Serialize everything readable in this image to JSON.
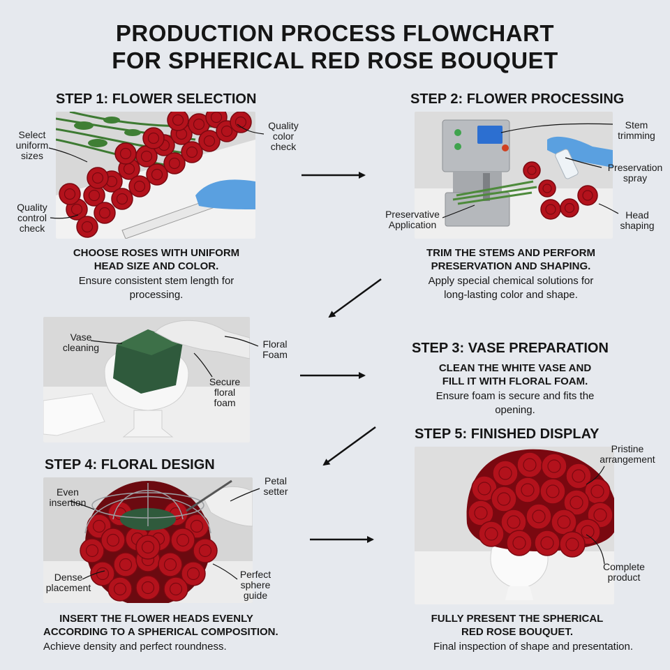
{
  "title": [
    "PRODUCTION PROCESS FLOWCHART",
    "FOR SPHERICAL RED ROSE BOUQUET"
  ],
  "steps": [
    {
      "heading": "STEP 1: FLOWER SELECTION",
      "bold": [
        "CHOOSE ROSES WITH UNIFORM",
        "HEAD SIZE AND COLOR."
      ],
      "normal": [
        "Ensure consistent stem length for",
        "processing."
      ],
      "callouts": [
        [
          "Select",
          "uniform",
          "sizes"
        ],
        [
          "Quality",
          "color",
          "check"
        ],
        [
          "Quality",
          "control",
          "check"
        ]
      ]
    },
    {
      "heading": "STEP 2: FLOWER PROCESSING",
      "bold": [
        "TRIM THE STEMS AND PERFORM",
        "PRESERVATION AND SHAPING."
      ],
      "normal": [
        "Apply special chemical solutions for",
        "long-lasting color and shape."
      ],
      "callouts": [
        [
          "Stem",
          "trimming"
        ],
        [
          "Preservation",
          "spray"
        ],
        [
          "Preservative",
          "Application"
        ],
        [
          "Head",
          "shaping"
        ]
      ]
    },
    {
      "heading": "STEP 3: VASE PREPARATION",
      "bold": [
        "CLEAN THE WHITE VASE AND",
        "FILL IT WITH FLORAL FOAM."
      ],
      "normal": [
        "Ensure foam is secure and fits the",
        "opening."
      ],
      "callouts": [
        [
          "Vase",
          "cleaning"
        ],
        [
          "Floral",
          "Foam"
        ],
        [
          "Secure",
          "floral",
          "foam"
        ]
      ]
    },
    {
      "heading": "STEP 4: FLORAL DESIGN",
      "bold": [
        "INSERT THE FLOWER HEADS EVENLY",
        "ACCORDING TO A SPHERICAL COMPOSITION."
      ],
      "normal": [
        "Achieve density and perfect roundness."
      ],
      "callouts": [
        [
          "Even",
          "insertion"
        ],
        [
          "Petal",
          "setter"
        ],
        [
          "Dense",
          "placement"
        ],
        [
          "Perfect",
          "sphere",
          "guide"
        ]
      ]
    },
    {
      "heading": "STEP 5: FINISHED DISPLAY",
      "bold": [
        "FULLY PRESENT THE SPHERICAL",
        "RED ROSE BOUQUET."
      ],
      "normal": [
        "Final inspection of shape and presentation."
      ],
      "callouts": [
        [
          "Pristine",
          "arrangement"
        ],
        [
          "Complete",
          "product"
        ]
      ]
    }
  ],
  "colors": {
    "background": "#e6e9ee",
    "rose": "#b3121c",
    "rose_dark": "#7a0810",
    "foam": "#2f5a3c",
    "glove": "#5aa0e0",
    "machine": "#b9bcc0"
  }
}
